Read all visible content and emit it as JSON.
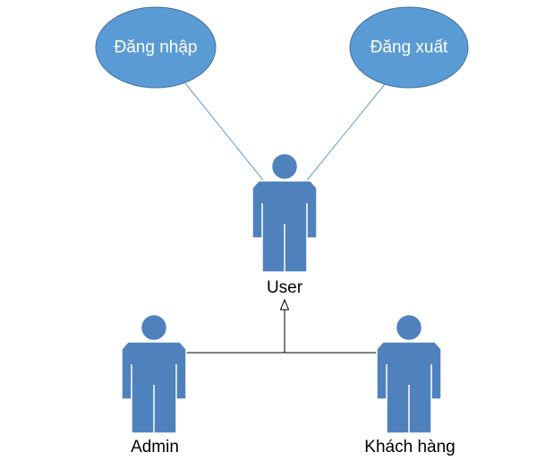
{
  "use_cases": [
    {
      "id": "login",
      "label": "Đăng nhập"
    },
    {
      "id": "logout",
      "label": "Đăng xuất"
    }
  ],
  "actors": [
    {
      "id": "user",
      "label": "User"
    },
    {
      "id": "admin",
      "label": "Admin"
    },
    {
      "id": "customer",
      "label": "Khách hàng"
    }
  ],
  "colors": {
    "use_case_fill": "#5b9bd5",
    "use_case_stroke": "#41719c",
    "actor_fill": "#4f81bd",
    "actor_stroke": "#ffffff",
    "association_line": "#5b9bd5",
    "generalization_line": "#000000"
  }
}
